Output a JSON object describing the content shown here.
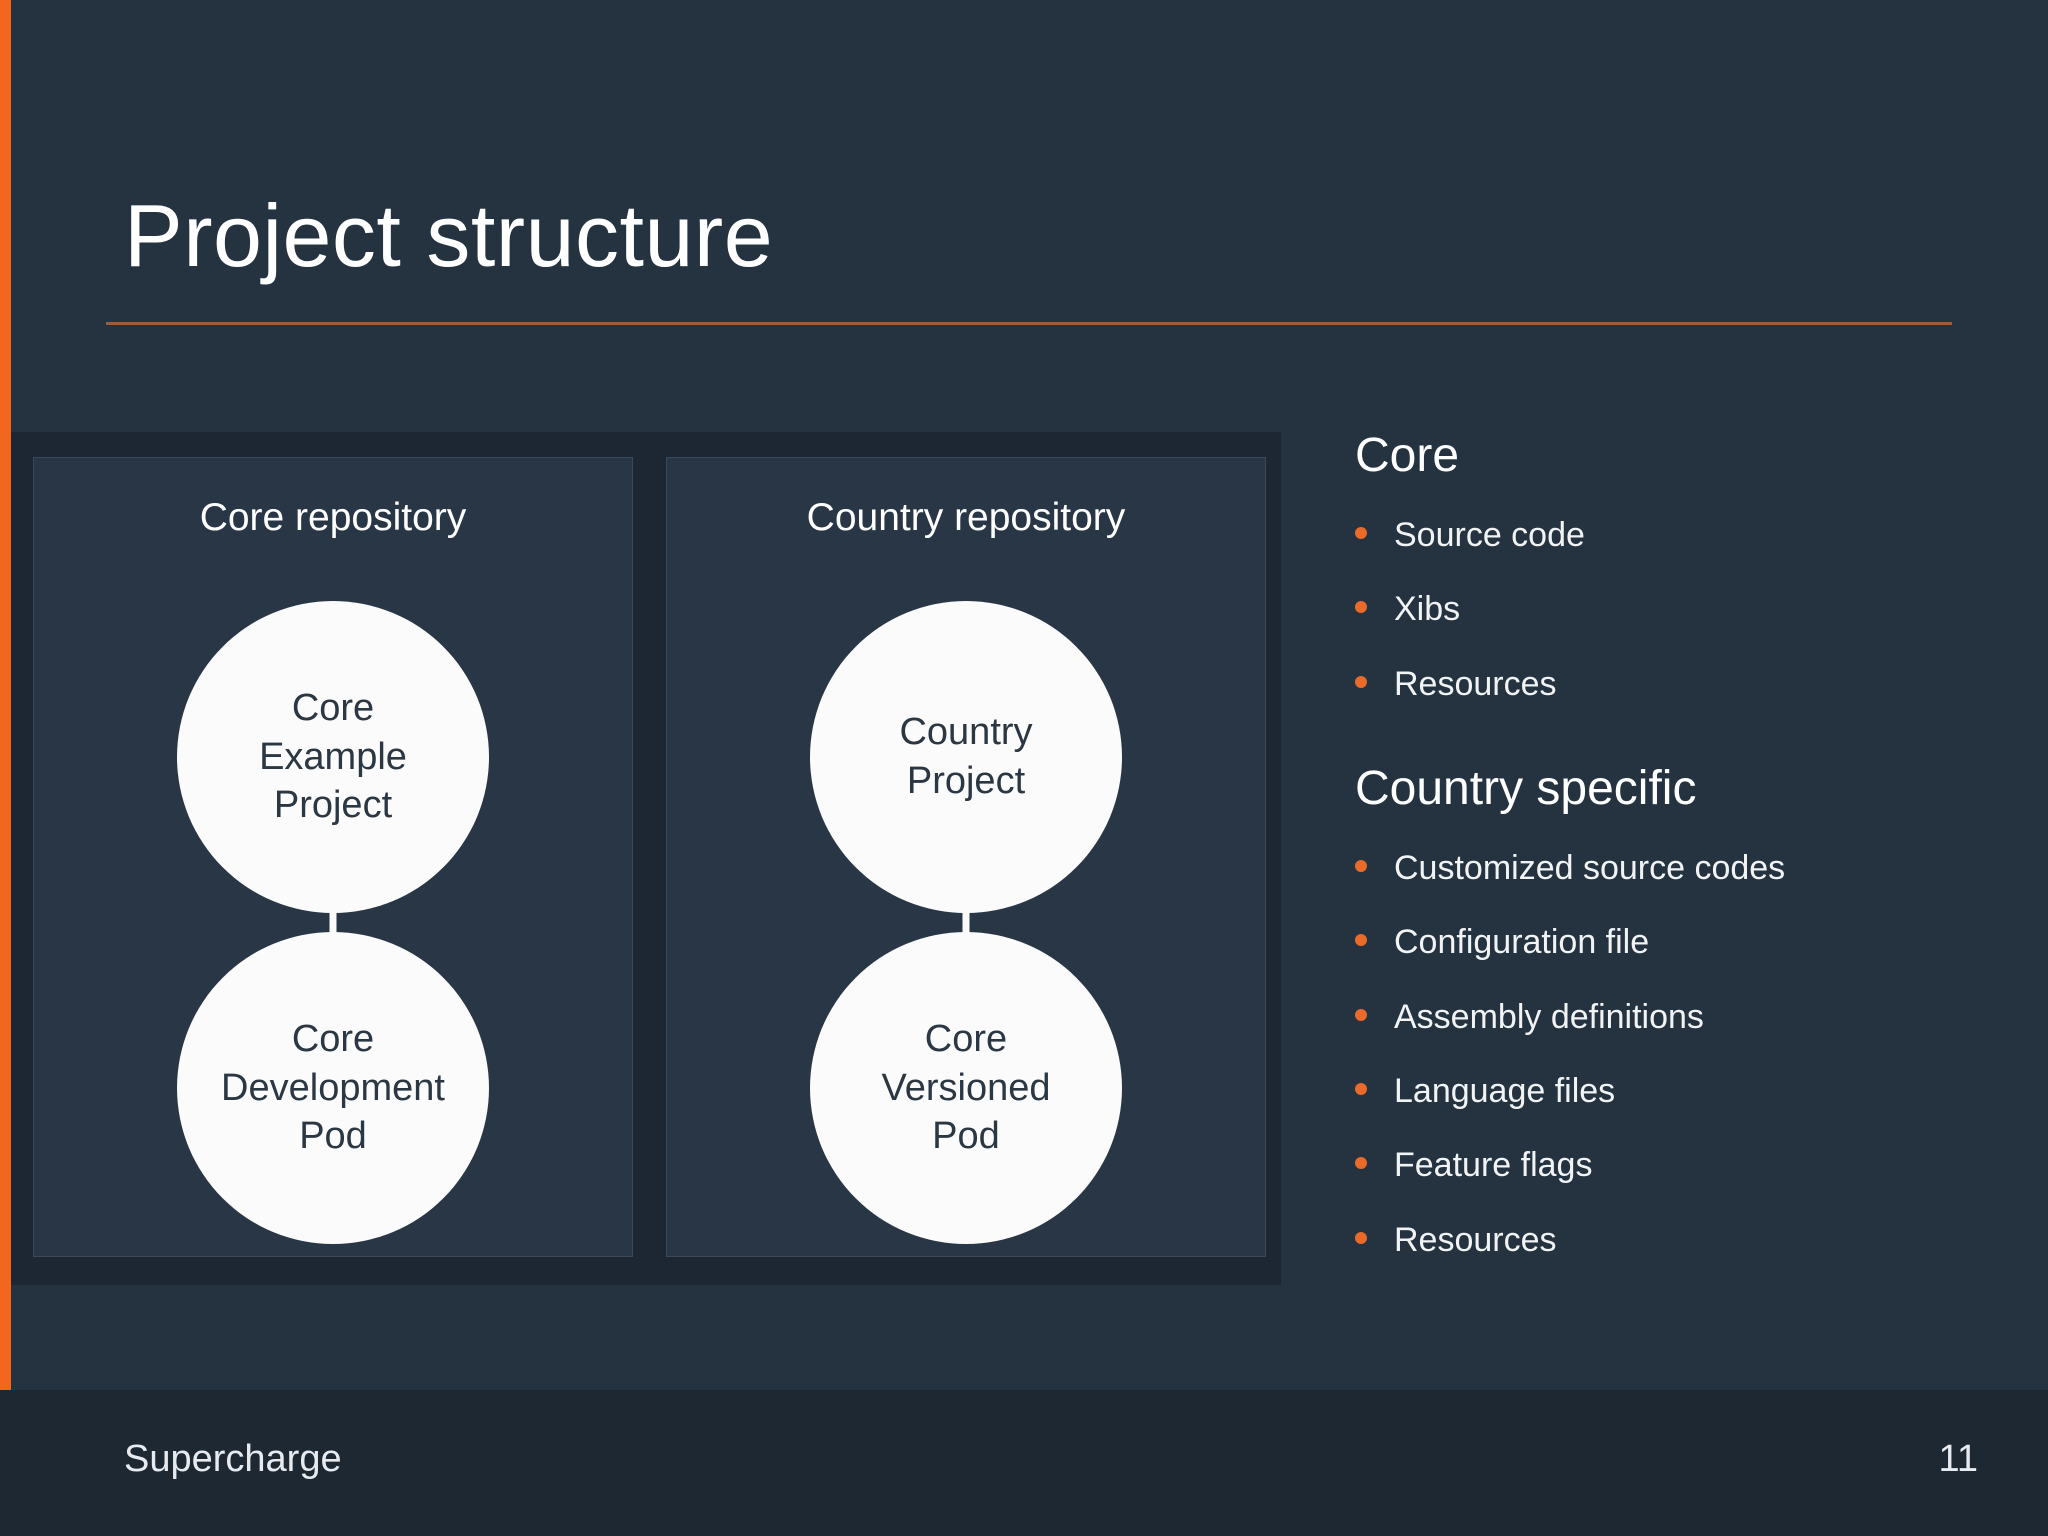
{
  "theme": {
    "background": "#24333f",
    "accent_stripe": "#f2661e",
    "title_rule": "#a05a3c",
    "bullet_dot": "#ea6a2a",
    "panel_bg": "#293645",
    "container_bg": "#1c2733",
    "footer_bg": "#1e2833",
    "circle_fill": "#fbfbfb",
    "text_primary": "#ffffff"
  },
  "slide": {
    "title": "Project structure"
  },
  "diagram": {
    "panels": [
      {
        "title": "Core repository",
        "nodes": [
          {
            "label": "Core\nExample\nProject"
          },
          {
            "label": "Core\nDevelopment\nPod"
          }
        ]
      },
      {
        "title": "Country repository",
        "nodes": [
          {
            "label": "Country\nProject"
          },
          {
            "label": "Core\nVersioned\nPod"
          }
        ]
      }
    ]
  },
  "info": {
    "sections": [
      {
        "heading": "Core",
        "items": [
          "Source code",
          "Xibs",
          "Resources"
        ]
      },
      {
        "heading": "Country specific",
        "items": [
          "Customized source codes",
          "Configuration file",
          "Assembly definitions",
          "Language files",
          "Feature flags",
          "Resources"
        ]
      }
    ]
  },
  "footer": {
    "brand": "Supercharge",
    "page_number": "11"
  }
}
